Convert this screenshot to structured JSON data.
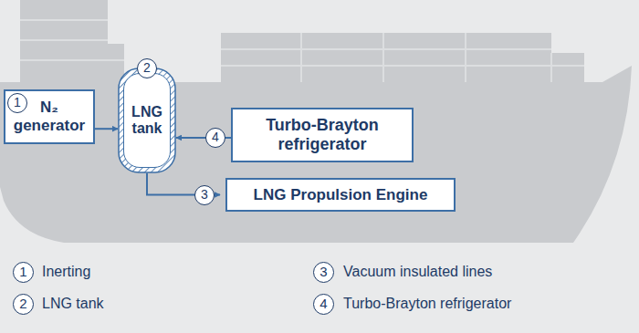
{
  "diagram": {
    "nodes": [
      {
        "text": [
          "N₂ generator"
        ]
      },
      {
        "text": [
          "LNG tank"
        ]
      },
      {
        "text": [
          "Turbo-Brayton refrigerator"
        ]
      },
      {
        "text": [
          "LNG Propulsion Engine"
        ]
      }
    ],
    "edges": [
      {
        "from": 0,
        "to": 1,
        "arrow": "to"
      },
      {
        "from": 2,
        "to": 1,
        "arrow": "to"
      },
      {
        "from": 1,
        "to": 3,
        "arrow": "to"
      }
    ],
    "labels": [
      "1",
      "2",
      "4",
      "3",
      "1",
      "3",
      "2",
      "4"
    ],
    "legend": [
      {
        "text": "Inerting"
      },
      {
        "text": "Vacuum insulated lines"
      },
      {
        "text": "LNG tank"
      },
      {
        "text": "Turbo-Brayton refrigerator"
      }
    ]
  }
}
